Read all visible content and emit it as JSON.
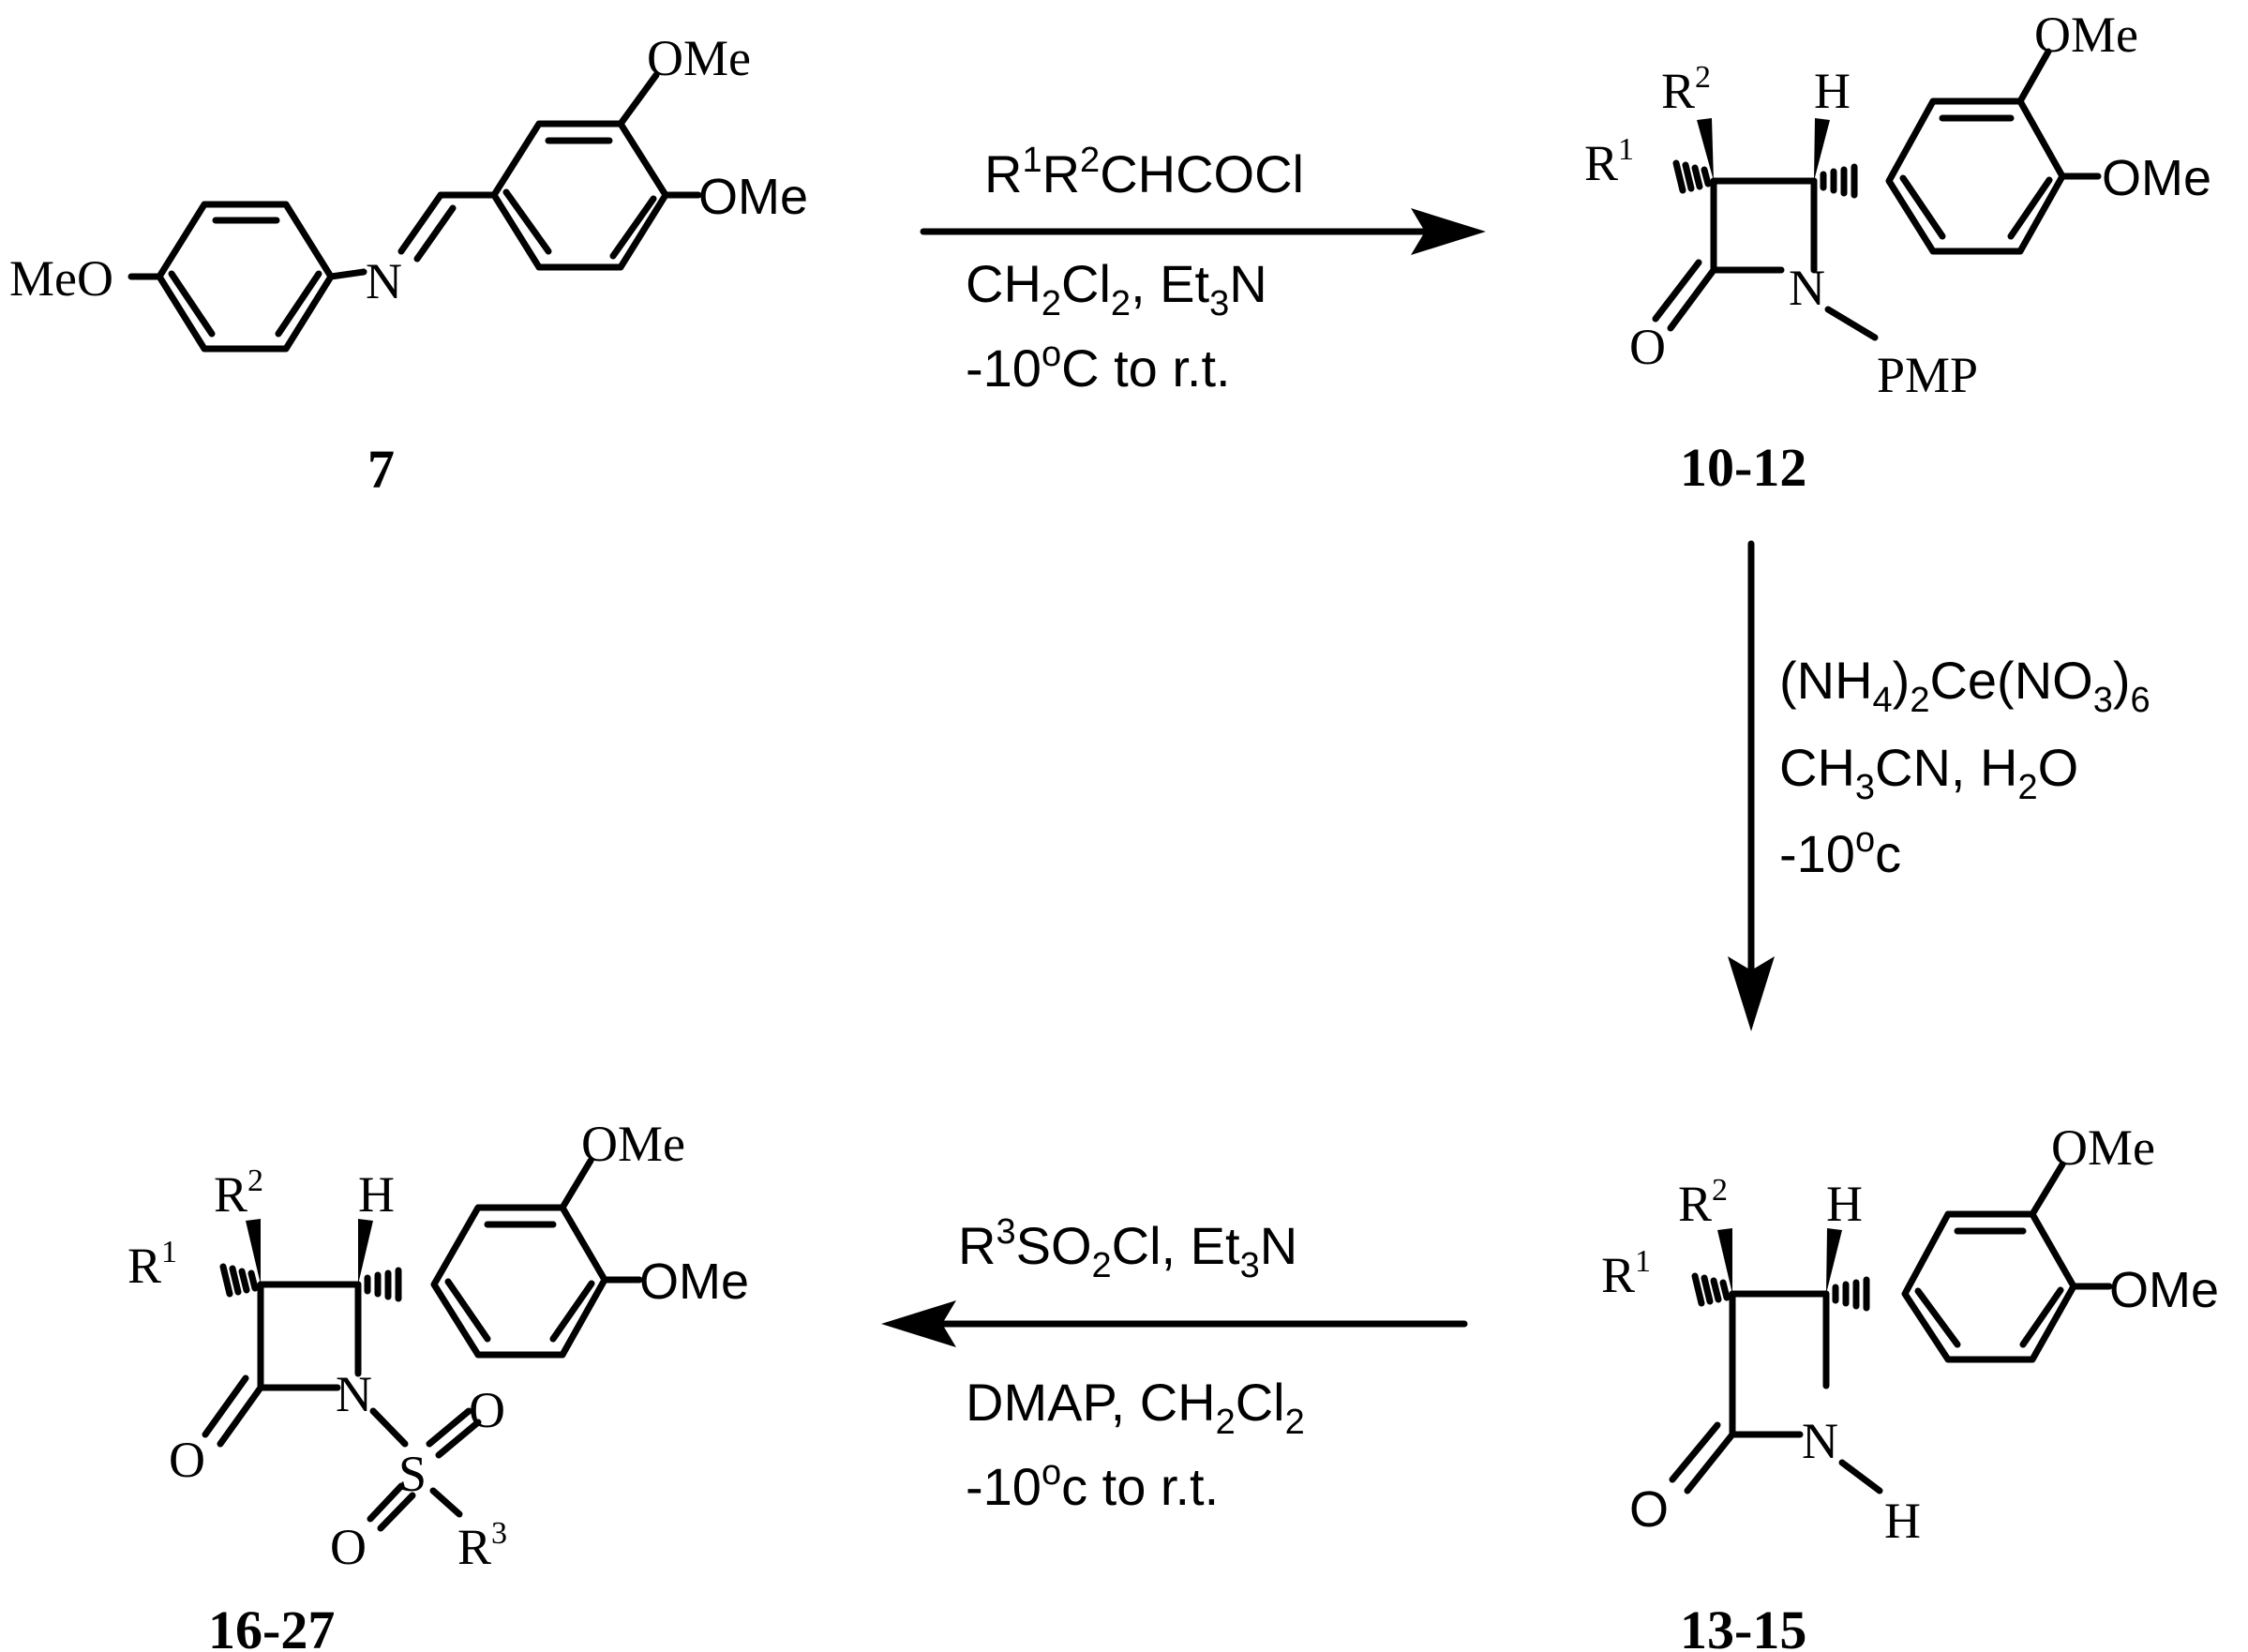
{
  "compounds": {
    "c7": {
      "label": "7",
      "ome_top": "OMe",
      "ome_right": "OMe",
      "meo": "MeO",
      "n": "N"
    },
    "c10_12": {
      "label": "10-12",
      "r1": "R",
      "r1_sup": "1",
      "r2": "R",
      "r2_sup": "2",
      "h": "H",
      "ome_top": "OMe",
      "ome_right": "OMe",
      "o": "O",
      "n": "N",
      "pmp": "PMP"
    },
    "c13_15": {
      "label": "13-15",
      "r1": "R",
      "r1_sup": "1",
      "r2": "R",
      "r2_sup": "2",
      "h": "H",
      "ome_top": "OMe",
      "ome_right": "OMe",
      "o": "O",
      "n": "N",
      "nh": "H"
    },
    "c16_27": {
      "label": "16-27",
      "r1": "R",
      "r1_sup": "1",
      "r2": "R",
      "r2_sup": "2",
      "h": "H",
      "ome_top": "OMe",
      "ome_right": "OMe",
      "o": "O",
      "n": "N",
      "s": "S",
      "so_o1": "O",
      "so_o2": "O",
      "r3": "R",
      "r3_sup": "3"
    }
  },
  "steps": {
    "step1": {
      "line1": {
        "a": "R",
        "a_sup": "1",
        "b": "R",
        "b_sup": "2",
        "c": "CHCOCl"
      },
      "line2": {
        "a": "CH",
        "a_sub": "2",
        "b": "Cl",
        "b_sub": "2",
        "c": ", Et",
        "c_sub": "3",
        "d": "N"
      },
      "line3": {
        "a": "-10",
        "a_sup": "o",
        "b": "C to r.t."
      }
    },
    "step2": {
      "line1": {
        "a": "(NH",
        "a_sub": "4",
        "b": ")",
        "b_sub": "2",
        "c": "Ce(NO",
        "c_sub": "3",
        "d": ")",
        "d_sub": "6"
      },
      "line2": {
        "a": "CH",
        "a_sub": "3",
        "b": "CN, H",
        "b_sub": "2",
        "c": "O"
      },
      "line3": {
        "a": "-10",
        "a_sup": "o",
        "b": "c"
      }
    },
    "step3": {
      "line1": {
        "a": "R",
        "a_sup": "3",
        "b": "SO",
        "b_sub": "2",
        "c": "Cl, Et",
        "c_sub": "3",
        "d": "N"
      },
      "line2": {
        "a": "DMAP, CH",
        "a_sub": "2",
        "b": "Cl",
        "b_sub": "2"
      },
      "line3": {
        "a": "-10",
        "a_sup": "o",
        "b": "c to r.t."
      }
    }
  }
}
